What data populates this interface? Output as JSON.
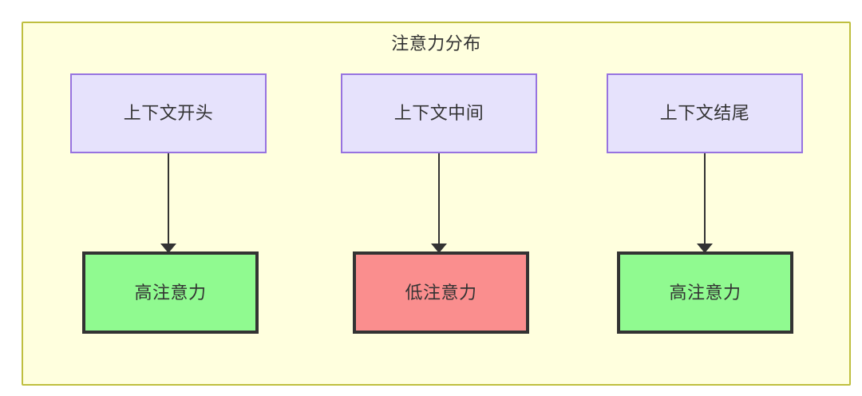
{
  "diagram": {
    "title": "注意力分布",
    "background_color": "#ffffff",
    "container": {
      "fill": "#ffffde",
      "stroke": "#bfbf3f"
    },
    "palette": {
      "source_fill": "#e6e2fc",
      "source_stroke": "#9773e0",
      "high_fill": "#90fa90",
      "low_fill": "#fa8e8e",
      "node_stroke": "#333333",
      "text_color": "#333333",
      "edge_color": "#333333"
    },
    "columns": [
      {
        "source_label": "上下文开头",
        "result_label": "高注意力",
        "result_level": "high"
      },
      {
        "source_label": "上下文中间",
        "result_label": "低注意力",
        "result_level": "low"
      },
      {
        "source_label": "上下文结尾",
        "result_label": "高注意力",
        "result_level": "high"
      }
    ],
    "edges": [
      {
        "from": "上下文开头",
        "to": "高注意力",
        "arrow": "arrow-down-icon"
      },
      {
        "from": "上下文中间",
        "to": "低注意力",
        "arrow": "arrow-down-icon"
      },
      {
        "from": "上下文结尾",
        "to": "高注意力",
        "arrow": "arrow-down-icon"
      }
    ]
  }
}
